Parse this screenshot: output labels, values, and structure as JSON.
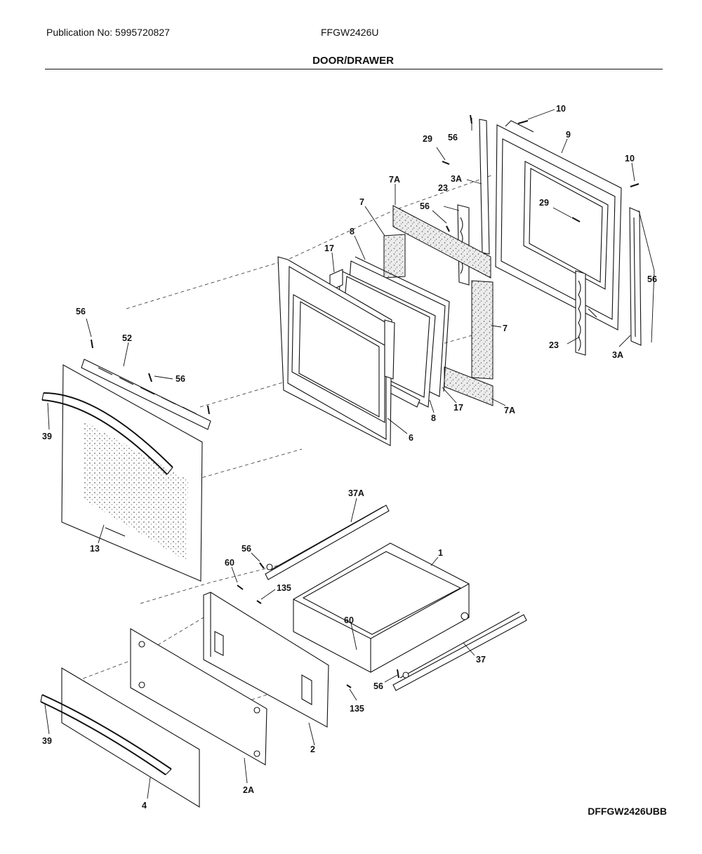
{
  "header": {
    "publication": "Publication No: 5995720827",
    "model": "FFGW2426U",
    "title": "DOOR/DRAWER"
  },
  "footer": {
    "diagram_code": "DFFGW2426UBB"
  },
  "callouts": {
    "c56a": "56",
    "c29a": "29",
    "c10a": "10",
    "c9": "9",
    "c10b": "10",
    "c3Aa": "3A",
    "c7Aa": "7A",
    "c23a": "23",
    "c56b": "56",
    "c29b": "29",
    "c7a": "7",
    "c8a": "8",
    "c17a": "17",
    "c56c": "56",
    "c56d": "56",
    "c52": "52",
    "c56e": "56",
    "c7b": "7",
    "c23b": "23",
    "c3Ab": "3A",
    "c39a": "39",
    "c6": "6",
    "c8b": "8",
    "c17b": "17",
    "c7Ab": "7A",
    "c37A": "37A",
    "c13": "13",
    "c56f": "56",
    "c1": "1",
    "c60a": "60",
    "c135a": "135",
    "c60b": "60",
    "c37": "37",
    "c56g": "56",
    "c135b": "135",
    "c2": "2",
    "c39b": "39",
    "c2A": "2A",
    "c4": "4"
  }
}
